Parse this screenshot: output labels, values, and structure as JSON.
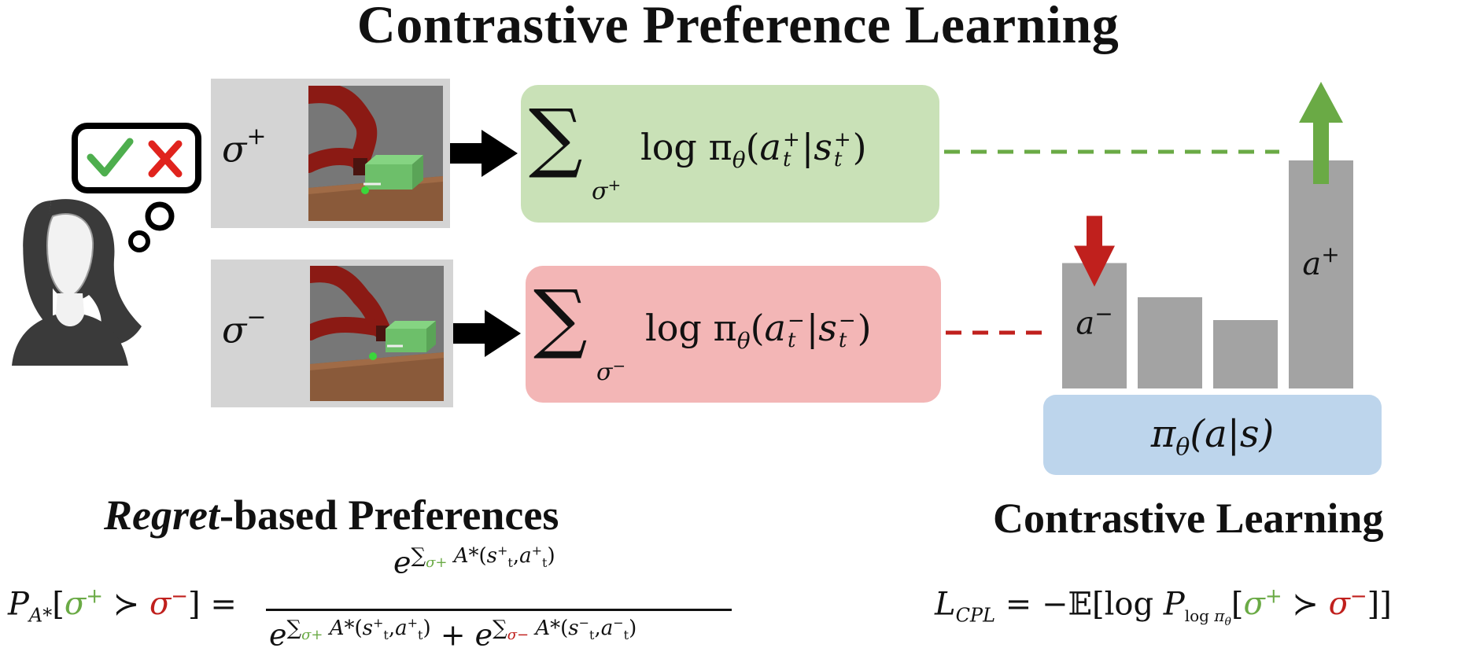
{
  "title": "Contrastive Preference Learning",
  "thought": {
    "check": "✔",
    "cross": "✘"
  },
  "rows": [
    {
      "label_base": "σ",
      "label_sign": "+"
    },
    {
      "label_base": "σ",
      "label_sign": "−"
    }
  ],
  "boxes": {
    "positive": {
      "sum_sub": "σ",
      "sum_sub_sign": "+",
      "expr_pre": "log π",
      "theta": "θ",
      "a": "a",
      "s": "s",
      "t": "t",
      "sign": "+"
    },
    "negative": {
      "sum_sub": "σ",
      "sum_sub_sign": "−",
      "expr_pre": "log π",
      "theta": "θ",
      "a": "a",
      "s": "s",
      "t": "t",
      "sign": "−"
    }
  },
  "policy_box": {
    "pi": "π",
    "theta": "θ",
    "args": "(a|s)"
  },
  "bars": {
    "values": [
      0.55,
      0.4,
      0.3,
      1.0
    ],
    "labels": [
      {
        "base": "a",
        "sign": "−"
      },
      null,
      null,
      {
        "base": "a",
        "sign": "+"
      }
    ]
  },
  "sections": {
    "left": {
      "title_italic": "Regret",
      "title_rest": "-based Preferences"
    },
    "right": {
      "title": "Contrastive Learning"
    }
  },
  "colors": {
    "green": "#6aaa45",
    "red": "#c0201d",
    "green_box": "#c9e1b7",
    "red_box": "#f3b6b6",
    "blue_box": "#bdd5ec",
    "bar": "#a3a3a3"
  }
}
